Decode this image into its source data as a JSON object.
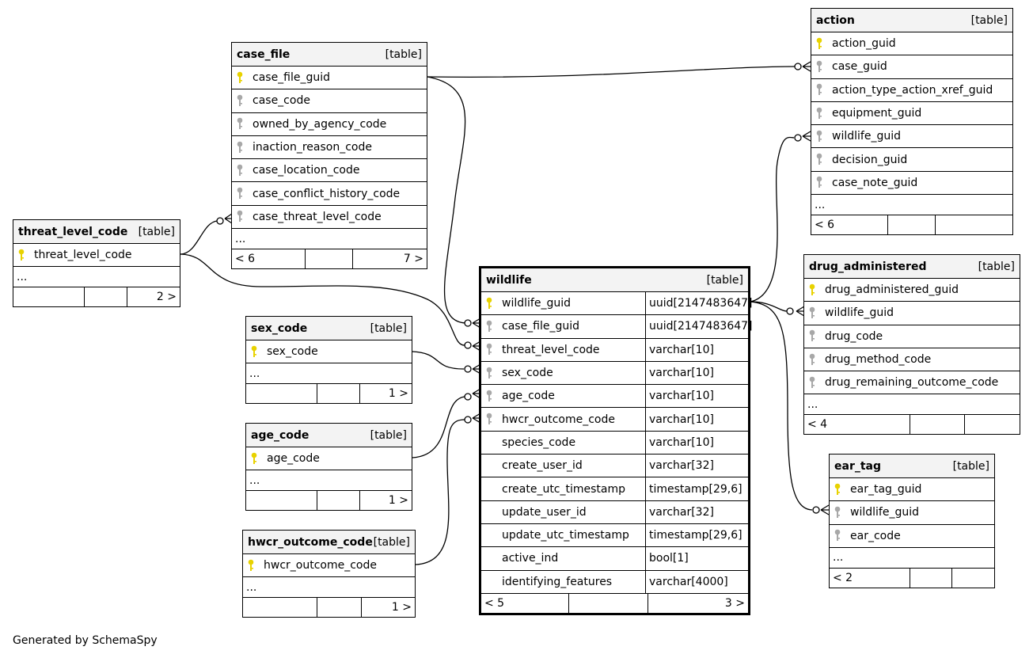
{
  "table_tag": "[table]",
  "footer_text": "Generated by SchemaSpy",
  "colors": {
    "pk_key": "#e8d200",
    "fk_key": "#a8a8a8",
    "header_bg": "#f3f3f3"
  },
  "tables": {
    "case_file": {
      "name": "case_file",
      "columns": [
        "case_file_guid",
        "case_code",
        "owned_by_agency_code",
        "inaction_reason_code",
        "case_location_code",
        "case_conflict_history_code",
        "case_threat_level_code"
      ],
      "ellipsis": "...",
      "footer": [
        "< 6",
        "",
        "7 >"
      ]
    },
    "action": {
      "name": "action",
      "columns": [
        "action_guid",
        "case_guid",
        "action_type_action_xref_guid",
        "equipment_guid",
        "wildlife_guid",
        "decision_guid",
        "case_note_guid"
      ],
      "ellipsis": "...",
      "footer": [
        "< 6",
        "",
        ""
      ]
    },
    "threat_level_code": {
      "name": "threat_level_code",
      "columns": [
        "threat_level_code"
      ],
      "ellipsis": "...",
      "footer": [
        "",
        "",
        "2 >"
      ]
    },
    "sex_code": {
      "name": "sex_code",
      "columns": [
        "sex_code"
      ],
      "ellipsis": "...",
      "footer": [
        "",
        "",
        "1 >"
      ]
    },
    "age_code": {
      "name": "age_code",
      "columns": [
        "age_code"
      ],
      "ellipsis": "...",
      "footer": [
        "",
        "",
        "1 >"
      ]
    },
    "hwcr_outcome_code": {
      "name": "hwcr_outcome_code",
      "columns": [
        "hwcr_outcome_code"
      ],
      "ellipsis": "...",
      "footer": [
        "",
        "",
        "1 >"
      ]
    },
    "wildlife": {
      "name": "wildlife",
      "columns": [
        {
          "name": "wildlife_guid",
          "type": "uuid[2147483647]"
        },
        {
          "name": "case_file_guid",
          "type": "uuid[2147483647]"
        },
        {
          "name": "threat_level_code",
          "type": "varchar[10]"
        },
        {
          "name": "sex_code",
          "type": "varchar[10]"
        },
        {
          "name": "age_code",
          "type": "varchar[10]"
        },
        {
          "name": "hwcr_outcome_code",
          "type": "varchar[10]"
        },
        {
          "name": "species_code",
          "type": "varchar[10]"
        },
        {
          "name": "create_user_id",
          "type": "varchar[32]"
        },
        {
          "name": "create_utc_timestamp",
          "type": "timestamp[29,6]"
        },
        {
          "name": "update_user_id",
          "type": "varchar[32]"
        },
        {
          "name": "update_utc_timestamp",
          "type": "timestamp[29,6]"
        },
        {
          "name": "active_ind",
          "type": "bool[1]"
        },
        {
          "name": "identifying_features",
          "type": "varchar[4000]"
        }
      ],
      "footer": [
        "< 5",
        "",
        "3 >"
      ]
    },
    "drug_administered": {
      "name": "drug_administered",
      "columns": [
        "drug_administered_guid",
        "wildlife_guid",
        "drug_code",
        "drug_method_code",
        "drug_remaining_outcome_code"
      ],
      "ellipsis": "...",
      "footer": [
        "< 4",
        "",
        ""
      ]
    },
    "ear_tag": {
      "name": "ear_tag",
      "columns": [
        "ear_tag_guid",
        "wildlife_guid",
        "ear_code"
      ],
      "ellipsis": "...",
      "footer": [
        "< 2",
        "",
        ""
      ]
    }
  }
}
